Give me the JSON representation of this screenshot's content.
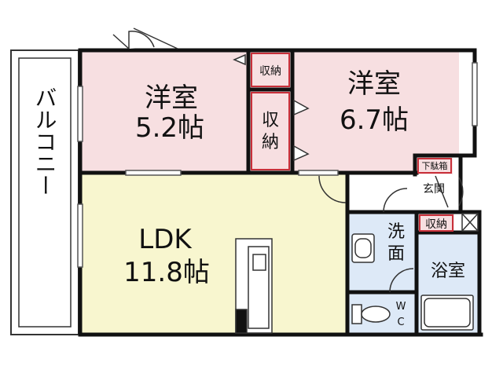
{
  "rooms": {
    "western_left": {
      "name": "洋室",
      "size": "5.2帖",
      "fill": "#f7dfe1"
    },
    "western_right": {
      "name": "洋室",
      "size": "6.7帖",
      "fill": "#f7dfe1"
    },
    "ldk": {
      "name": "LDK",
      "size": "11.8帖",
      "fill": "#f8f6cf"
    },
    "balcony": {
      "name": "バルコニー"
    },
    "storage_top": {
      "name": "収納",
      "fill": "#f7dfe1"
    },
    "storage_mid_1": "収",
    "storage_mid_2": "納",
    "shoe_box": {
      "name": "下駄箱",
      "fill": "#f7dfe1"
    },
    "entrance": {
      "name": "玄関"
    },
    "storage_small": {
      "name": "収納",
      "fill": "#f7dfe1"
    },
    "washroom_1": "洗",
    "washroom_2": "面",
    "bath": {
      "name": "浴室"
    },
    "wc_1": "W",
    "wc_2": "C"
  },
  "colors": {
    "wall": "#111111",
    "wet_area": "#dde9f7",
    "red_wall": "#c8303a"
  }
}
